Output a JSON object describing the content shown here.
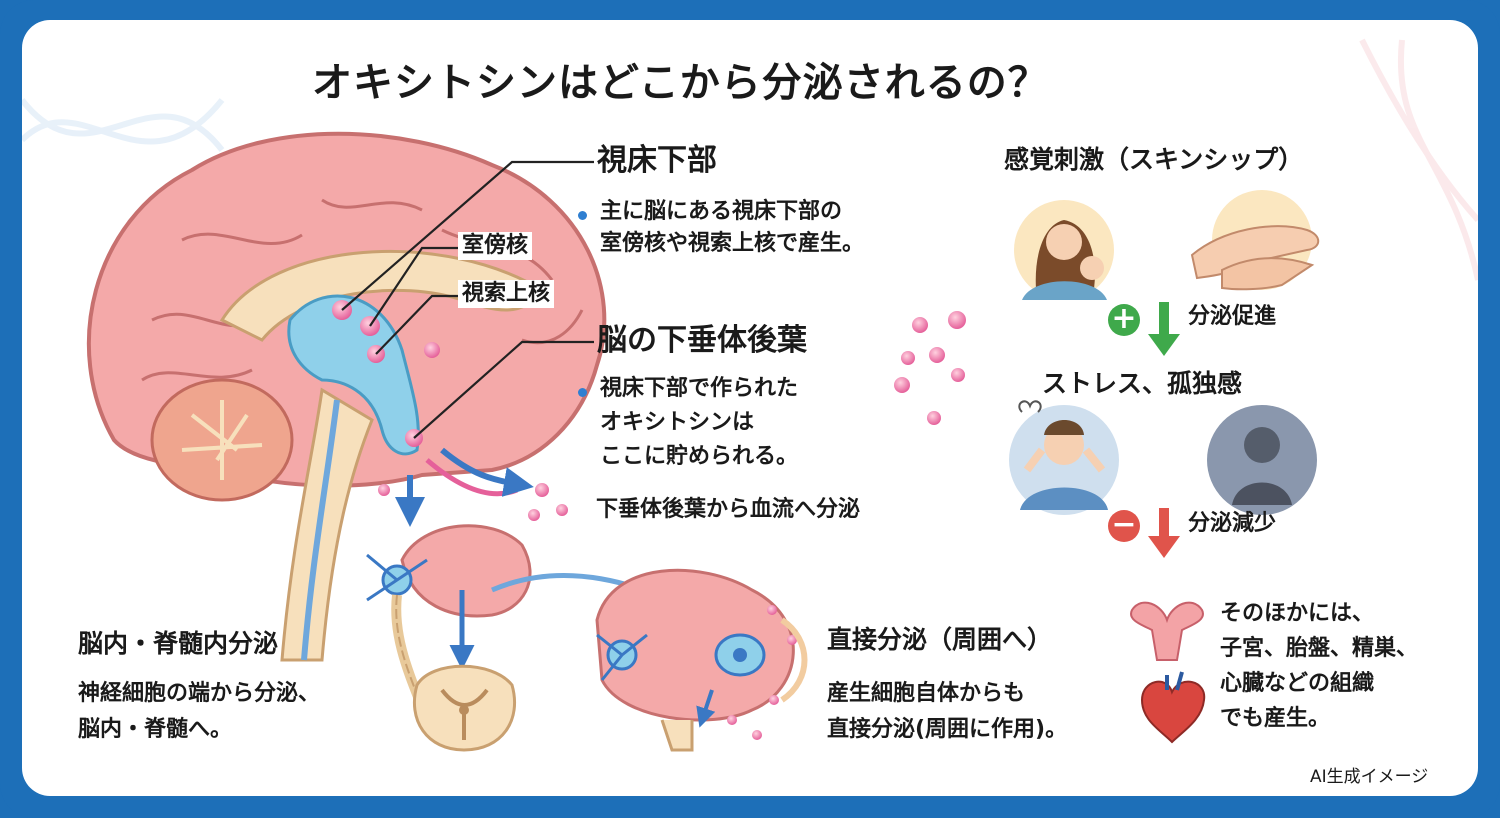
{
  "title": "オキシトシンはどこから分泌されるの？",
  "hypothalamus": {
    "heading": "視床下部",
    "text_lines": [
      "主に脳にある視床下部の",
      "室傍核や視索上核で産生。"
    ],
    "label_pvn": "室傍核",
    "label_son": "視索上核"
  },
  "posterior_pituitary": {
    "heading": "脳の下垂体後葉",
    "text_lines": [
      "視床下部で作られた",
      "オキシトシンは",
      "ここに貯められる。"
    ],
    "bloodstream": "下垂体後葉から血流へ分泌"
  },
  "brain_spinal": {
    "heading": "脳内・脊髄内分泌",
    "text_lines": [
      "神経細胞の端から分泌、",
      "脳内・脊髄へ。"
    ]
  },
  "direct": {
    "heading": "直接分泌（周囲へ）",
    "text_lines": [
      "産生細胞自体からも",
      "直接分泌(周囲に作用)。"
    ]
  },
  "sensory": {
    "heading": "感覚刺激（スキンシップ）",
    "promote_sign": "+",
    "promote_label": "分泌促進"
  },
  "stress": {
    "heading": "ストレス、孤独感",
    "reduce_sign": "−",
    "reduce_label": "分泌減少"
  },
  "other": {
    "text_lines": [
      "そのほかには、",
      "子宮、胎盤、精巣、",
      "心臓などの組織",
      "でも産生。"
    ]
  },
  "footer_note": "AI生成イメージ",
  "colors": {
    "frame": "#1d6fb8",
    "brain": "#f2a3a3",
    "hypothalamus": "#8fd0ea",
    "oxytocin": "#e5609a",
    "promote": "#3fa94b",
    "reduce": "#e0544b",
    "arrow": "#3a78c4"
  },
  "icons": [
    "brain-illustration",
    "mother-baby-icon",
    "hands-touch-icon",
    "stressed-person-icon",
    "lonely-person-icon",
    "neuron-icon",
    "spinal-cord-icon",
    "uterus-icon",
    "heart-icon"
  ]
}
